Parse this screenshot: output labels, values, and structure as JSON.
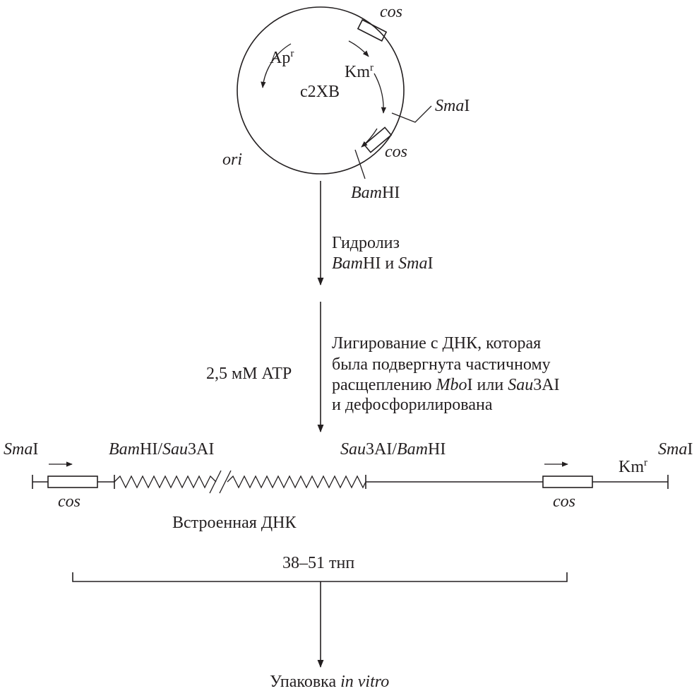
{
  "plasmid": {
    "name": "c2XB",
    "ap_label": "Ap",
    "ap_sup": "r",
    "km_label": "Km",
    "km_sup": "r",
    "cos_top": "cos",
    "cos_bottom": "cos",
    "ori": "ori",
    "sma_name": "Sma",
    "sma_suffix": "I",
    "bam_name": "Bam",
    "bam_suffix": "HI"
  },
  "step1": {
    "line1": "Гидролиз",
    "bam_name": "Bam",
    "bam_suffix": "HI и ",
    "sma_name": "Sma",
    "sma_suffix": "I"
  },
  "step2": {
    "atp": "2,5 мМ ATP",
    "line1": "Лигирование с ДНК, которая",
    "line2": "была подвергнута частичному",
    "line3_pre": "расщеплению ",
    "line3_mbo": "Mbo",
    "line3_mid": "I или ",
    "line3_sau": "Sau",
    "line3_post": "3AI",
    "line4": "и дефосфорилирована"
  },
  "construct": {
    "left_sma_name": "Sma",
    "left_sma_suffix": "I",
    "left_site_bam": "Bam",
    "left_site_mid": "HI/",
    "left_site_sau": "Sau",
    "left_site_post": "3AI",
    "right_site_sau": "Sau",
    "right_site_mid": "3AI/",
    "right_site_bam": "Bam",
    "right_site_post": "HI",
    "right_sma_name": "Sma",
    "right_sma_suffix": "I",
    "km_label": "Km",
    "km_sup": "r",
    "cos_left": "cos",
    "cos_right": "cos",
    "insert_label": "Встроенная ДНК"
  },
  "size_label": "38–51 тнп",
  "final": {
    "pre": "Упаковка ",
    "italic": "in vitro"
  }
}
